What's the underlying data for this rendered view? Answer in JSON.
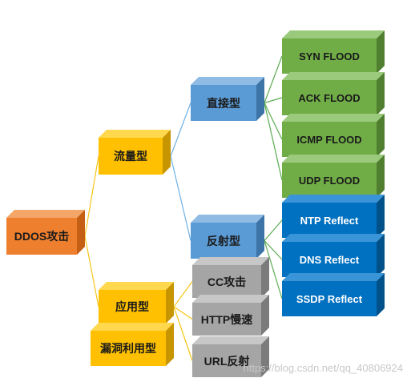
{
  "diagram": {
    "root": {
      "label": "DDOS攻击",
      "color": "orange"
    },
    "level1": [
      {
        "label": "流量型",
        "color": "yellow"
      },
      {
        "label": "应用型",
        "color": "yellow"
      },
      {
        "label": "漏洞利用型",
        "color": "yellow"
      }
    ],
    "level2": [
      {
        "label": "直接型",
        "color": "lblue"
      },
      {
        "label": "反射型",
        "color": "lblue"
      },
      {
        "label": "CC攻击",
        "color": "gray"
      },
      {
        "label": "HTTP慢速",
        "color": "gray"
      },
      {
        "label": "URL反射",
        "color": "gray"
      }
    ],
    "level3": [
      {
        "label": "SYN FLOOD",
        "color": "green"
      },
      {
        "label": "ACK FLOOD",
        "color": "green"
      },
      {
        "label": "ICMP FLOOD",
        "color": "green"
      },
      {
        "label": "UDP FLOOD",
        "color": "green"
      },
      {
        "label": "NTP Reflect",
        "color": "dblue"
      },
      {
        "label": "DNS Reflect",
        "color": "dblue"
      },
      {
        "label": "SSDP Reflect",
        "color": "dblue"
      }
    ],
    "connector_color": "#6fb0e3",
    "connector_color_yellow": "#f5c518"
  },
  "watermark": "https://blog.csdn.net/qq_40806924"
}
